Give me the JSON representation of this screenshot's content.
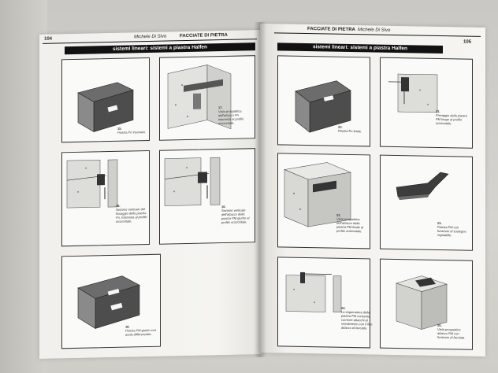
{
  "left_page": {
    "page_number": "104",
    "author": "Michele Di Sivo",
    "title": "FACCIATE DI PIETRA",
    "section_heading": "sistemi lineari: sistemi a piastra Halfen",
    "figures": [
      {
        "number": "15.",
        "caption": "Piastra Pn insonata."
      },
      {
        "number": "17.",
        "caption": "Vista prospettica dell'attacco Pn intervista al profilo orizzontale."
      },
      {
        "number": "16.",
        "caption": "Sezione verticale del fissaggio della piastra Pn. Intervista al profilo orizzontale."
      },
      {
        "number": "16.",
        "caption": "Sezione verticale dell'attacco della piastra PM giunto al profilo orizzontale."
      },
      {
        "number": "18.",
        "caption": "Piastra PM giunto con asola differenziata."
      }
    ]
  },
  "right_page": {
    "page_number": "105",
    "author": "Michele Di Sivo",
    "title": "FACCIATE DI PIETRA",
    "section_heading": "sistemi lineari: sistemi a piastra Halfen",
    "figures": [
      {
        "number": "20.",
        "caption": "Piastra Pn finale."
      },
      {
        "number": "21.",
        "caption": "Fissaggio della piastra PM lungo al profilo orizzontale."
      },
      {
        "number": "22.",
        "caption": "Vista prospettica dell'attacco della piastra PM finale al profilo orizzontale."
      },
      {
        "number": "23.",
        "caption": "Piastra PM con funzione di sostegno regolabile."
      },
      {
        "number": "24.",
        "caption": "La sagomatura della piastra PM consente corrente attacchi al rivestimento con il fine attacco di facciata."
      },
      {
        "number": "25.",
        "caption": "Vista prospettica attacco PM con funzione di facciata."
      }
    ]
  }
}
